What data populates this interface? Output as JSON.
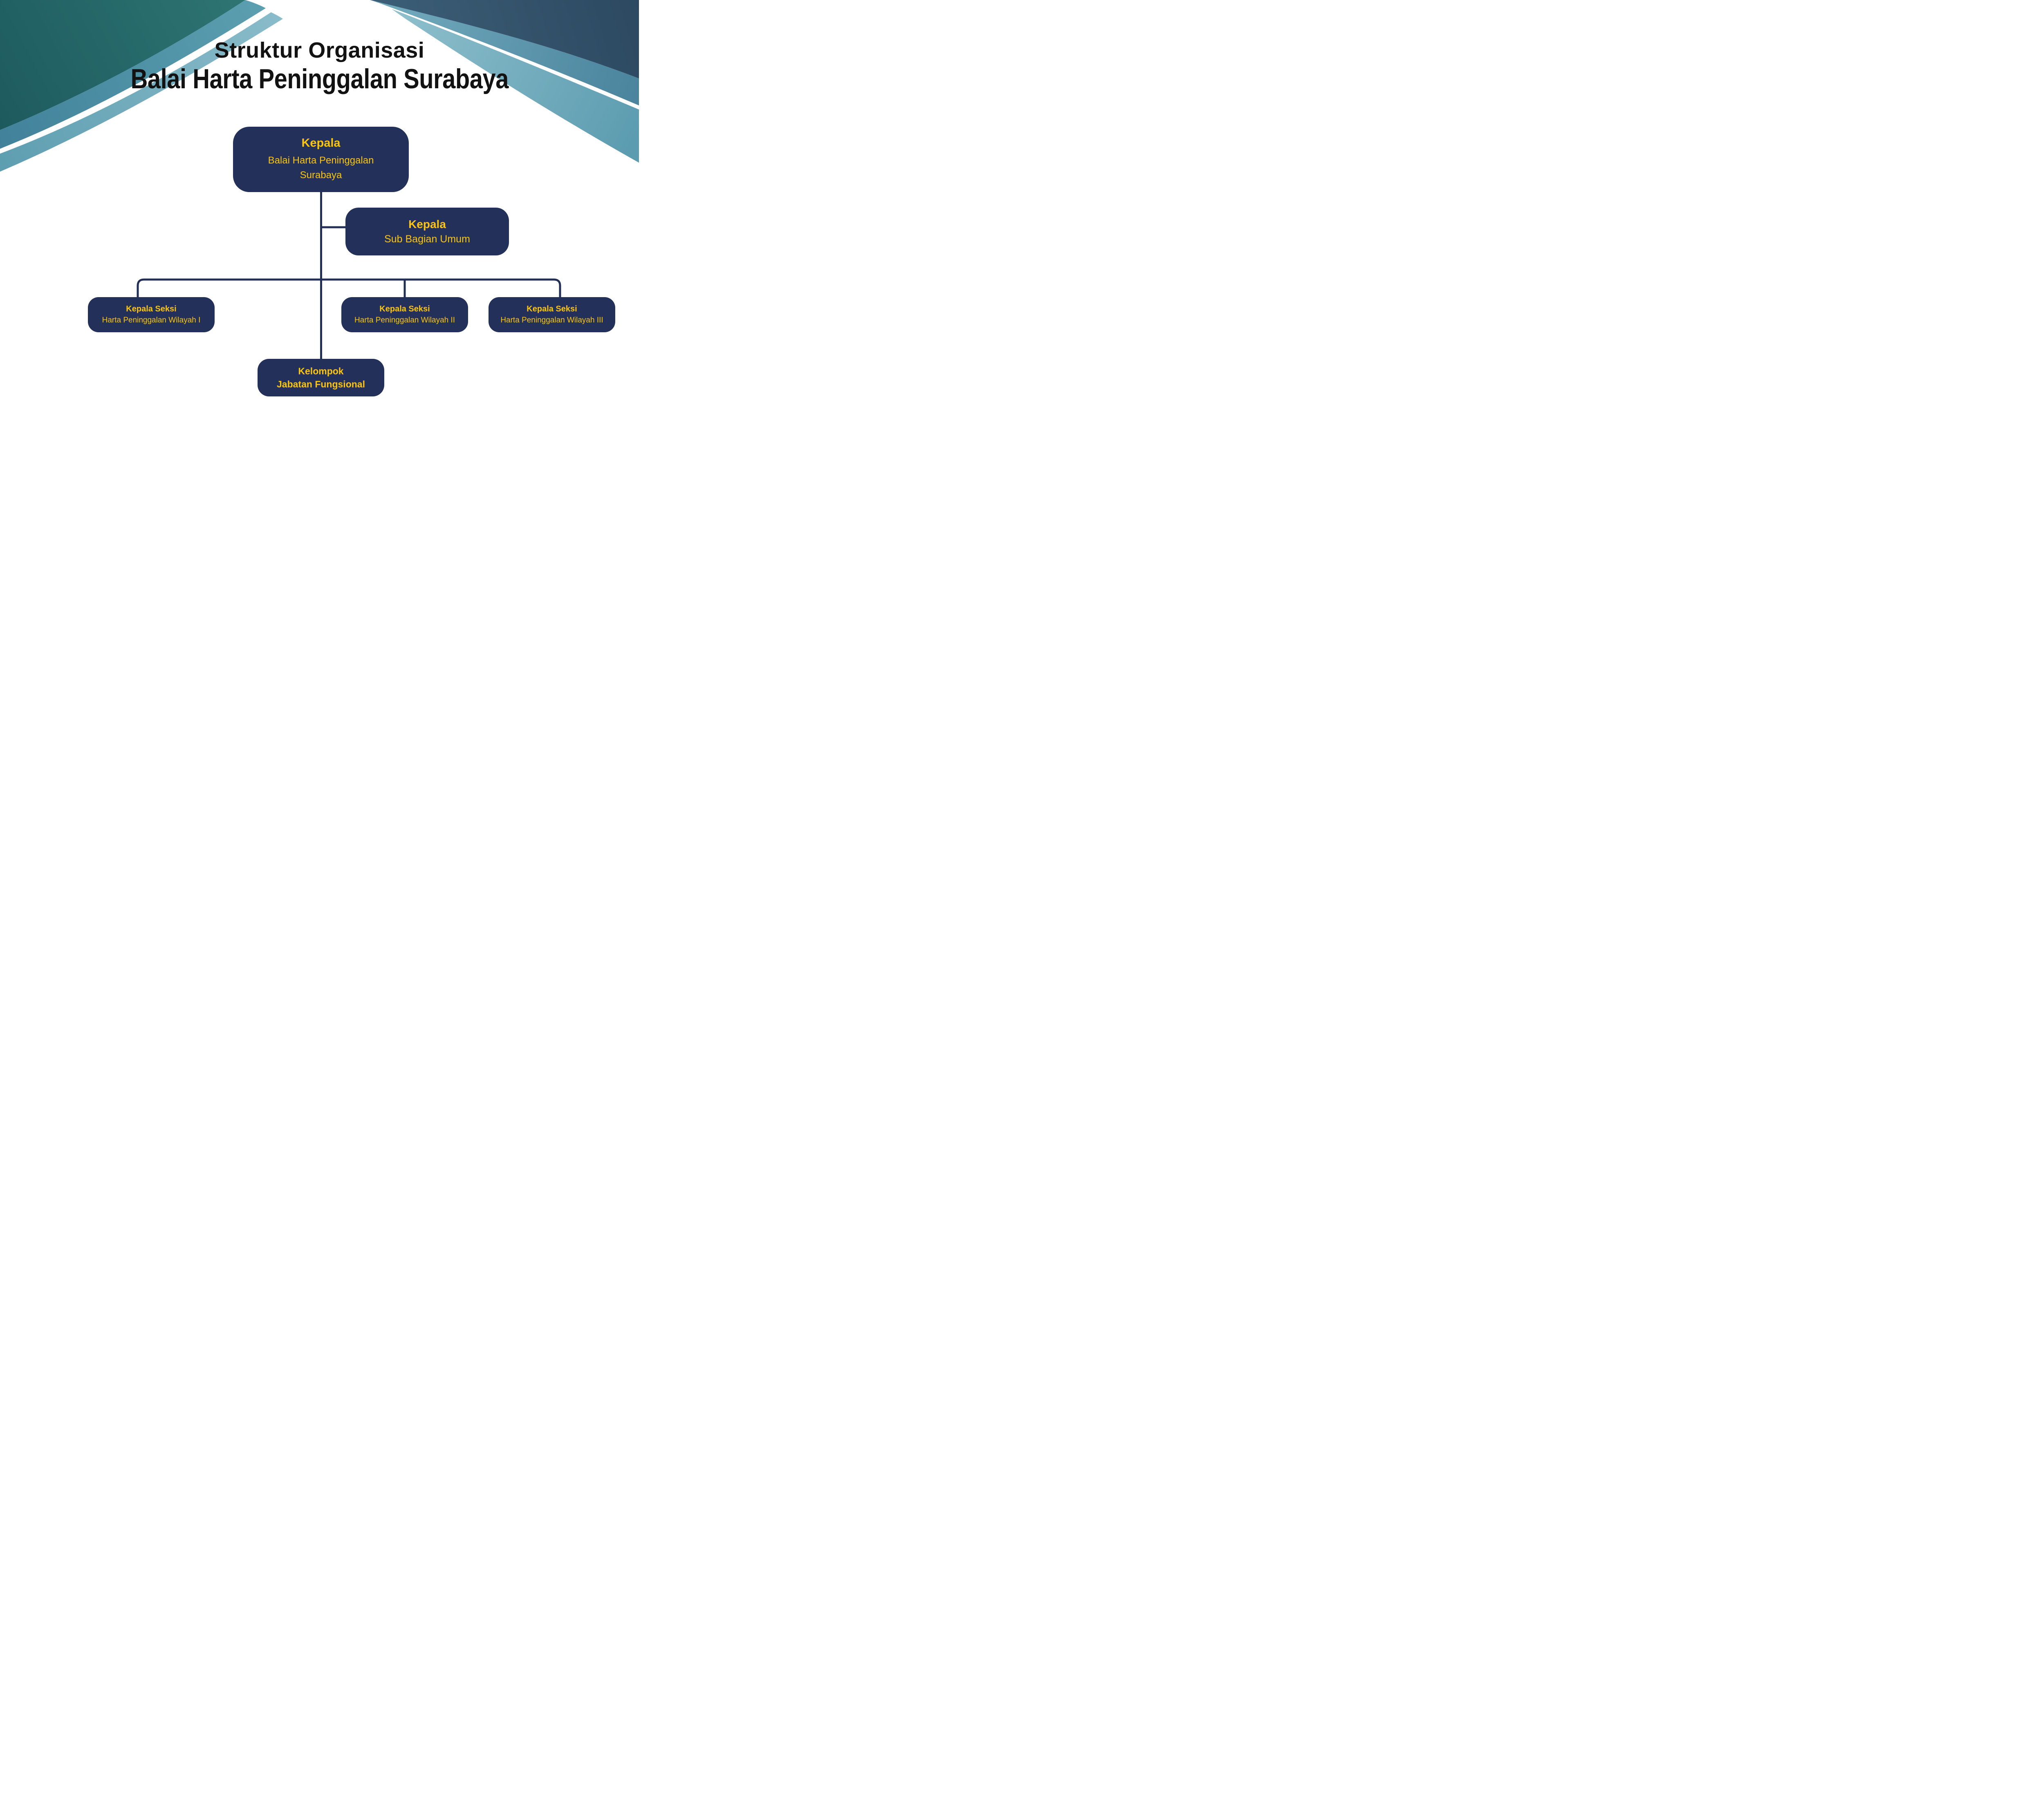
{
  "header": {
    "title_line1": "Struktur Organisasi",
    "title_line2": "Balai Harta Peninggalan Surabaya"
  },
  "chart": {
    "type": "org-chart",
    "root": {
      "title": "Kepala",
      "subtitle": "Balai Harta Peninggalan Surabaya"
    },
    "sub_bagian": {
      "title": "Kepala",
      "subtitle": "Sub Bagian Umum"
    },
    "wilayah1": {
      "title": "Kepala Seksi",
      "subtitle": "Harta Peninggalan Wilayah I"
    },
    "wilayah2": {
      "title": "Kepala Seksi",
      "subtitle": "Harta Peninggalan Wilayah II"
    },
    "wilayah3": {
      "title": "Kepala Seksi",
      "subtitle": "Harta Peninggalan Wilayah III"
    },
    "fungsional": {
      "title": "Kelompok",
      "subtitle": "Jabatan Fungsional"
    }
  },
  "colors": {
    "background": "#FFFFFF",
    "box_navy": "#233059",
    "connector_navy": "#223058",
    "box_text_gold": "#FBC40F",
    "title_black": "#121212",
    "teal_dark_left": "#2E7573",
    "teal_deep_left": "#1D5A5E",
    "slate_dark_right": "#3E6079",
    "slate_deep_right": "#2C4961",
    "ribbon_light": "#8ABCCA",
    "ribbon_mid": "#4F90A4"
  }
}
